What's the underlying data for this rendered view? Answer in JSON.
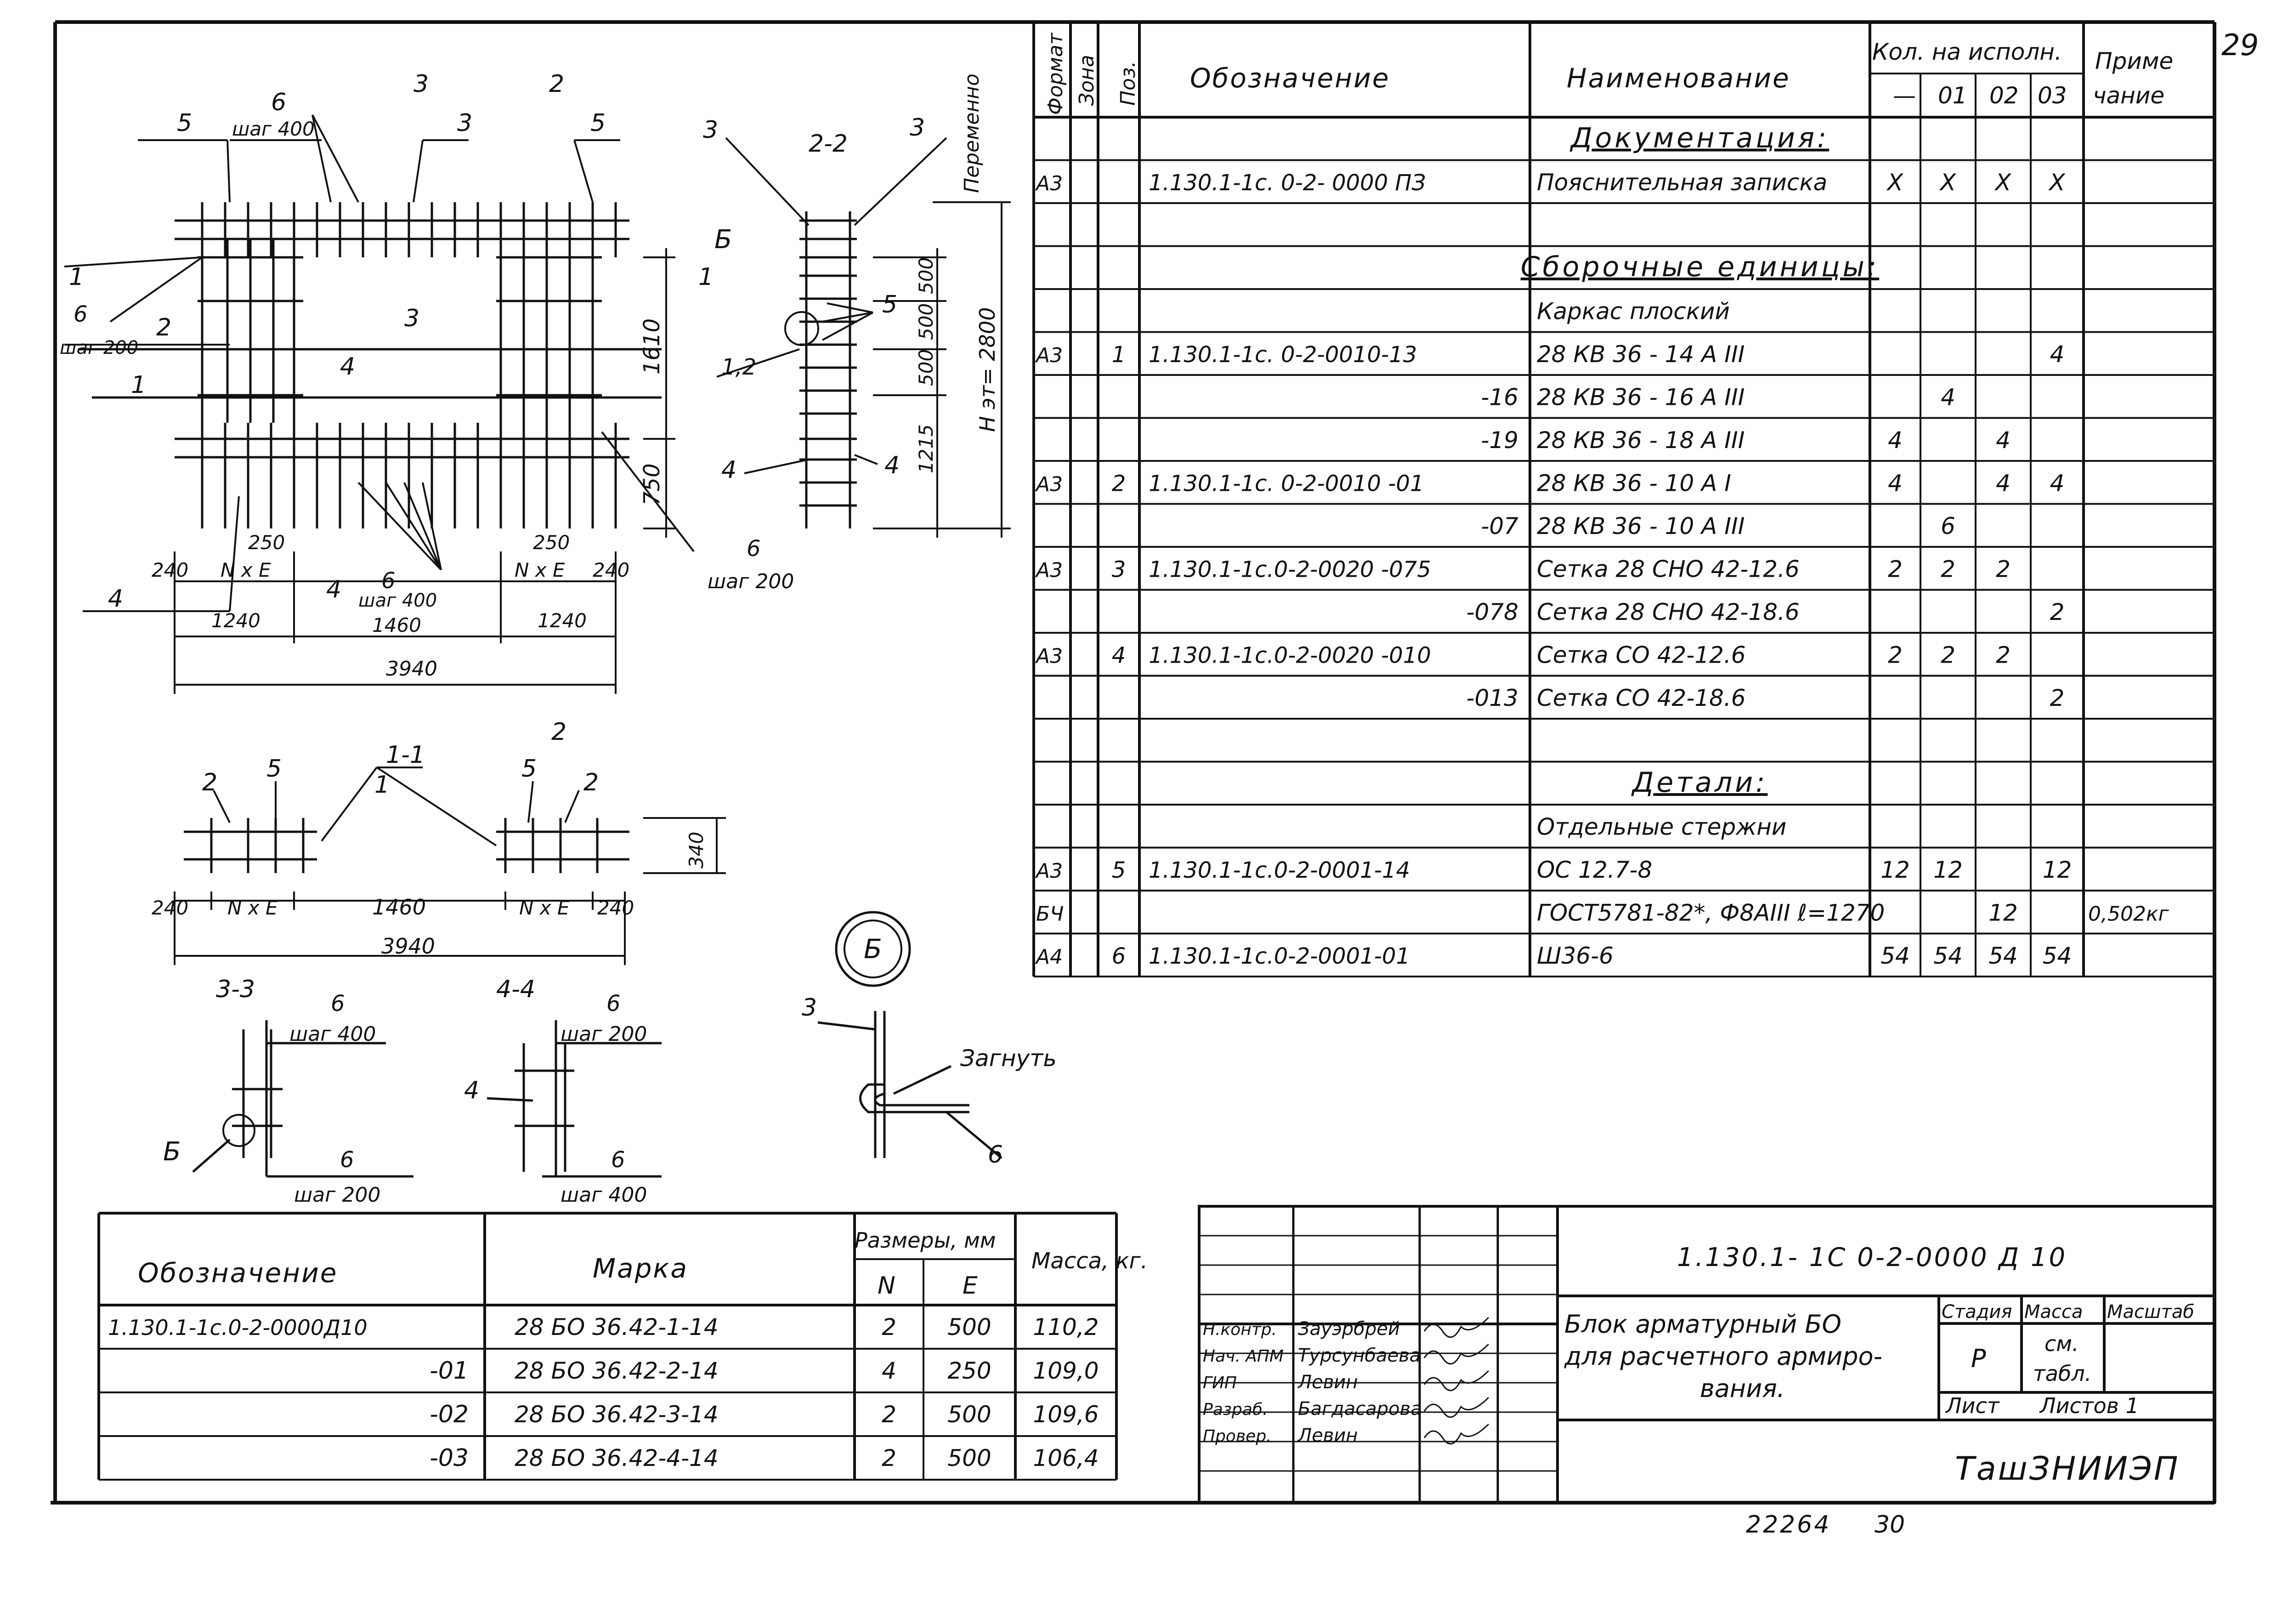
{
  "page_number": "29",
  "footer": {
    "archive_number": "22264",
    "sheet_counter": "30"
  },
  "spec_table": {
    "headers": {
      "format": "Формат",
      "zone": "Зона",
      "pos": "Поз.",
      "designation": "Обозначение",
      "name": "Наименование",
      "qty": "Кол. на исполн.",
      "note_line1": "Приме",
      "note_line2": "чание",
      "variants": [
        "—",
        "01",
        "02",
        "03"
      ]
    },
    "rows": [
      {
        "format": "",
        "pos": "",
        "designation": "",
        "name": "Документация:",
        "name_style": "section",
        "qty": [
          "",
          "",
          "",
          ""
        ],
        "note": ""
      },
      {
        "format": "А3",
        "pos": "",
        "designation": "1.130.1-1с. 0-2- 0000 ПЗ",
        "name": "Пояснительная записка",
        "qty": [
          "X",
          "X",
          "X",
          "X"
        ],
        "note": ""
      },
      {
        "format": "",
        "pos": "",
        "designation": "",
        "name": "",
        "qty": [
          "",
          "",
          "",
          ""
        ],
        "note": ""
      },
      {
        "format": "",
        "pos": "",
        "designation": "",
        "name": "Сборочные единицы:",
        "name_style": "section",
        "qty": [
          "",
          "",
          "",
          ""
        ],
        "note": ""
      },
      {
        "format": "",
        "pos": "",
        "designation": "",
        "name": "Каркас плоский",
        "qty": [
          "",
          "",
          "",
          ""
        ],
        "note": ""
      },
      {
        "format": "А3",
        "pos": "1",
        "designation": "1.130.1-1с. 0-2-0010-13",
        "name": "28 КВ 36 - 14 А III",
        "qty": [
          "",
          "",
          "",
          "4"
        ],
        "note": ""
      },
      {
        "format": "",
        "pos": "",
        "designation": "-16",
        "designation_align": "right",
        "name": "28 КВ 36 - 16 А III",
        "qty": [
          "",
          "4",
          "",
          ""
        ],
        "note": ""
      },
      {
        "format": "",
        "pos": "",
        "designation": "-19",
        "designation_align": "right",
        "name": "28 КВ 36 - 18 А III",
        "qty": [
          "4",
          "",
          "4",
          ""
        ],
        "note": ""
      },
      {
        "format": "А3",
        "pos": "2",
        "designation": "1.130.1-1с. 0-2-0010 -01",
        "name": "28 КВ 36 - 10 А I",
        "qty": [
          "4",
          "",
          "4",
          "4"
        ],
        "note": ""
      },
      {
        "format": "",
        "pos": "",
        "designation": "-07",
        "designation_align": "right",
        "name": "28 КВ 36 - 10 А III",
        "qty": [
          "",
          "6",
          "",
          ""
        ],
        "note": ""
      },
      {
        "format": "А3",
        "pos": "3",
        "designation": "1.130.1-1с.0-2-0020 -075",
        "name": "Сетка 28 СНО 42-12.6",
        "qty": [
          "2",
          "2",
          "2",
          ""
        ],
        "note": ""
      },
      {
        "format": "",
        "pos": "",
        "designation": "-078",
        "designation_align": "right",
        "name": "Сетка 28 СНО 42-18.6",
        "qty": [
          "",
          "",
          "",
          "2"
        ],
        "note": ""
      },
      {
        "format": "А3",
        "pos": "4",
        "designation": "1.130.1-1с.0-2-0020 -010",
        "name": "Сетка СО 42-12.6",
        "qty": [
          "2",
          "2",
          "2",
          ""
        ],
        "note": ""
      },
      {
        "format": "",
        "pos": "",
        "designation": "-013",
        "designation_align": "right",
        "name": "Сетка СО 42-18.6",
        "qty": [
          "",
          "",
          "",
          "2"
        ],
        "note": ""
      },
      {
        "format": "",
        "pos": "",
        "designation": "",
        "name": "",
        "qty": [
          "",
          "",
          "",
          ""
        ],
        "note": ""
      },
      {
        "format": "",
        "pos": "",
        "designation": "",
        "name": "Детали:",
        "name_style": "section",
        "qty": [
          "",
          "",
          "",
          ""
        ],
        "note": ""
      },
      {
        "format": "",
        "pos": "",
        "designation": "",
        "name": "Отдельные стержни",
        "qty": [
          "",
          "",
          "",
          ""
        ],
        "note": ""
      },
      {
        "format": "А3",
        "pos": "5",
        "designation": "1.130.1-1с.0-2-0001-14",
        "name": "ОС 12.7-8",
        "qty": [
          "12",
          "12",
          "",
          "12"
        ],
        "note": ""
      },
      {
        "format": "БЧ",
        "pos": "",
        "designation": "",
        "name": "ГОСТ5781-82*, Ф8АIII ℓ=1270",
        "qty": [
          "",
          "",
          "12",
          ""
        ],
        "note": "0,502кг"
      },
      {
        "format": "А4",
        "pos": "6",
        "designation": "1.130.1-1с.0-2-0001-01",
        "name": "Ш36-6",
        "qty": [
          "54",
          "54",
          "54",
          "54"
        ],
        "note": ""
      }
    ]
  },
  "variants_table": {
    "headers": {
      "designation": "Обозначение",
      "mark": "Марка",
      "dims": "Размеры, мм",
      "n": "N",
      "e": "E",
      "mass": "Масса, кг."
    },
    "rows": [
      {
        "designation": "1.130.1-1с.0-2-0000Д10",
        "mark": "28 БО 36.42-1-14",
        "n": "2",
        "e": "500",
        "mass": "110,2"
      },
      {
        "designation": "-01",
        "mark": "28 БО 36.42-2-14",
        "n": "4",
        "e": "250",
        "mass": "109,0"
      },
      {
        "designation": "-02",
        "mark": "28 БО 36.42-3-14",
        "n": "2",
        "e": "500",
        "mass": "109,6"
      },
      {
        "designation": "-03",
        "mark": "28 БО 36.42-4-14",
        "n": "2",
        "e": "500",
        "mass": "106,4"
      }
    ]
  },
  "title_block": {
    "document_code": "1.130.1- 1С 0-2-0000 Д 10",
    "title_lines": [
      "Блок арматурный БО",
      "для расчетного армиро-",
      "вания."
    ],
    "stage_label": "Стадия",
    "mass_label": "Масса",
    "scale_label": "Масштаб",
    "stage": "Р",
    "mass_line1": "см.",
    "mass_line2": "табл.",
    "sheet_label": "Лист",
    "sheets_label": "Листов 1",
    "organization": "ТашЗНИИЭП",
    "signatures": [
      {
        "role": "Н.контр.",
        "name": "Зауэрбрей"
      },
      {
        "role": "Нач. АПМ",
        "name": "Турсунбаева"
      },
      {
        "role": "ГИП",
        "name": "Левин"
      },
      {
        "role": "Разраб.",
        "name": "Багдасарова"
      },
      {
        "role": "Провер.",
        "name": "Левин"
      }
    ]
  },
  "drawing": {
    "plan": {
      "dims": {
        "d240": "240",
        "nxe": "N x E",
        "d250": "250",
        "d1240": "1240",
        "d1460": "1460",
        "d3940": "3940",
        "d1610": "1610",
        "d750": "750"
      },
      "callouts": {
        "p1": "1",
        "p2": "2",
        "p3": "3",
        "p4": "4",
        "p5": "5",
        "p6": "6",
        "b": "Б"
      },
      "step200": "шаг 200",
      "step400": "шаг 400",
      "cuts": {
        "c1": "1",
        "c2": "2",
        "c3": "3",
        "c4": "4"
      }
    },
    "section_22": {
      "title": "2-2",
      "variable": "Переменно",
      "dims": {
        "d500a": "500",
        "d500b": "500",
        "d500c": "500",
        "d1215": "1215"
      },
      "height_label": "H эт= 2800",
      "labels": {
        "l3a": "3",
        "l3b": "3",
        "b": "Б",
        "l5": "5",
        "l12": "1,2",
        "l4a": "4",
        "l4b": "4",
        "l6": "6"
      },
      "step200": "шаг 200"
    },
    "section_11": {
      "title": "1-1",
      "labels": {
        "l2a": "2",
        "l5a": "5",
        "l1": "1",
        "l5b": "5",
        "l2b": "2"
      },
      "dims": {
        "d240a": "240",
        "nxe": "N x E",
        "d1460": "1460",
        "d240b": "240",
        "d3940": "3940",
        "d340": "340"
      }
    },
    "section_33": {
      "title": "3-3",
      "l6a": "6",
      "step400": "шаг 400",
      "b": "Б",
      "l6b": "6",
      "step200": "шаг 200"
    },
    "section_44": {
      "title": "4-4",
      "l6a": "6",
      "step200": "шаг 200",
      "l4": "4",
      "l6b": "6",
      "step400": "шаг 400"
    },
    "node_b": {
      "title": "Б",
      "l3": "3",
      "bend": "Загнуть",
      "l6": "6"
    }
  }
}
